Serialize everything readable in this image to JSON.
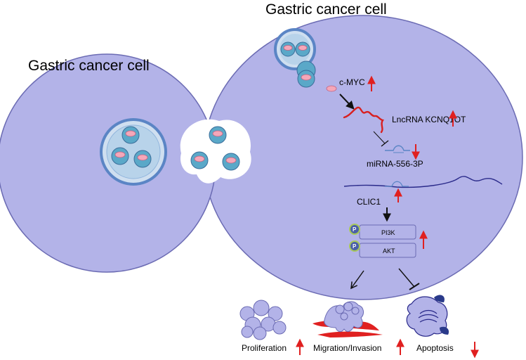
{
  "titles": {
    "left_cell": "Gastric cancer cell",
    "right_cell": "Gastric cancer cell"
  },
  "molecules": {
    "cmyc": "c-MYC",
    "lncrna": "LncRNA KCNQ1OT",
    "mirna": "miRNA-556-3P",
    "clic1": "CLIC1",
    "pi3k": "PI3K",
    "akt": "AKT",
    "phospho": "P"
  },
  "outcomes": {
    "proliferation": "Proliferation",
    "migration": "Migration/Invasion",
    "apoptosis": "Apoptosis"
  },
  "colors": {
    "cell_fill": "#b3b3e8",
    "cell_stroke": "#6b6bb3",
    "exosome_ring": "#5b85c5",
    "vesicle": "#5aa8c8",
    "cargo": "#f4a7b9",
    "up_arrow": "#e02020",
    "down_arrow": "#e02020",
    "rna": "#d82020"
  },
  "icons": {
    "up": "up-arrow-icon",
    "down": "down-arrow-icon"
  }
}
